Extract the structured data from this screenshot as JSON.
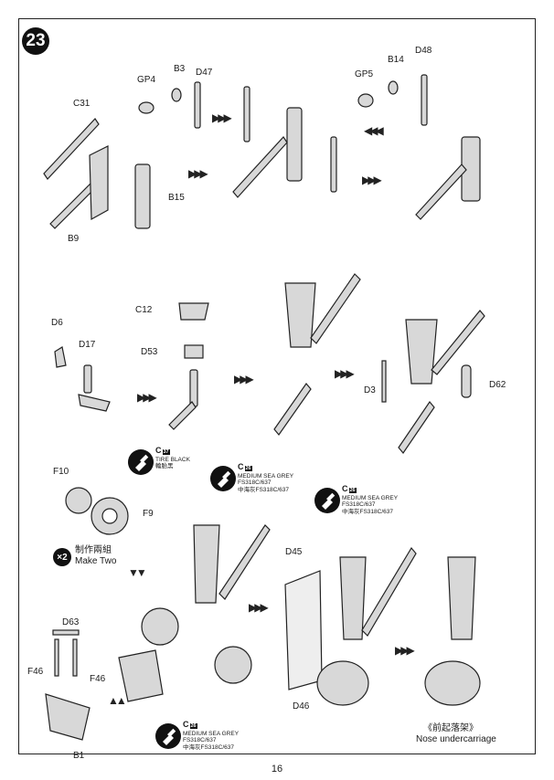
{
  "page": {
    "step_number": "23",
    "page_number": "16"
  },
  "part_labels": {
    "c31": "C31",
    "gp4": "GP4",
    "b3": "B3",
    "d47": "D47",
    "gp5": "GP5",
    "b14": "B14",
    "d48": "D48",
    "b15": "B15",
    "b9": "B9",
    "d6": "D6",
    "d17": "D17",
    "c12": "C12",
    "d53": "D53",
    "d3": "D3",
    "d62": "D62",
    "f10": "F10",
    "f9": "F9",
    "d45": "D45",
    "d63": "D63",
    "f46a": "F46",
    "f46b": "F46",
    "d46": "D46",
    "b1": "B1"
  },
  "paint_callouts": [
    {
      "code": "C",
      "code_badge": "37",
      "line1": "TIRE BLACK",
      "line2": "輪胎黑",
      "line3": ""
    },
    {
      "code": "C",
      "code_badge": "26",
      "line1": "MEDIUM SEA GREY",
      "line2": "FS318C/637",
      "line3": "中海灰FS318C/637"
    },
    {
      "code": "C",
      "code_badge": "26",
      "line1": "MEDIUM SEA GREY",
      "line2": "FS318C/637",
      "line3": "中海灰FS318C/637"
    },
    {
      "code": "C",
      "code_badge": "26",
      "line1": "MEDIUM SEA GREY",
      "line2": "FS318C/637",
      "line3": "中海灰FS318C/637"
    }
  ],
  "make_two": {
    "badge": "×2",
    "chinese": "制作兩組",
    "english": "Make Two"
  },
  "caption": {
    "chinese": "《前起落架》",
    "english": "Nose undercarriage"
  },
  "colors": {
    "ink": "#1a1a1a",
    "paper": "#ffffff",
    "part_fill": "#d8d8d8"
  }
}
